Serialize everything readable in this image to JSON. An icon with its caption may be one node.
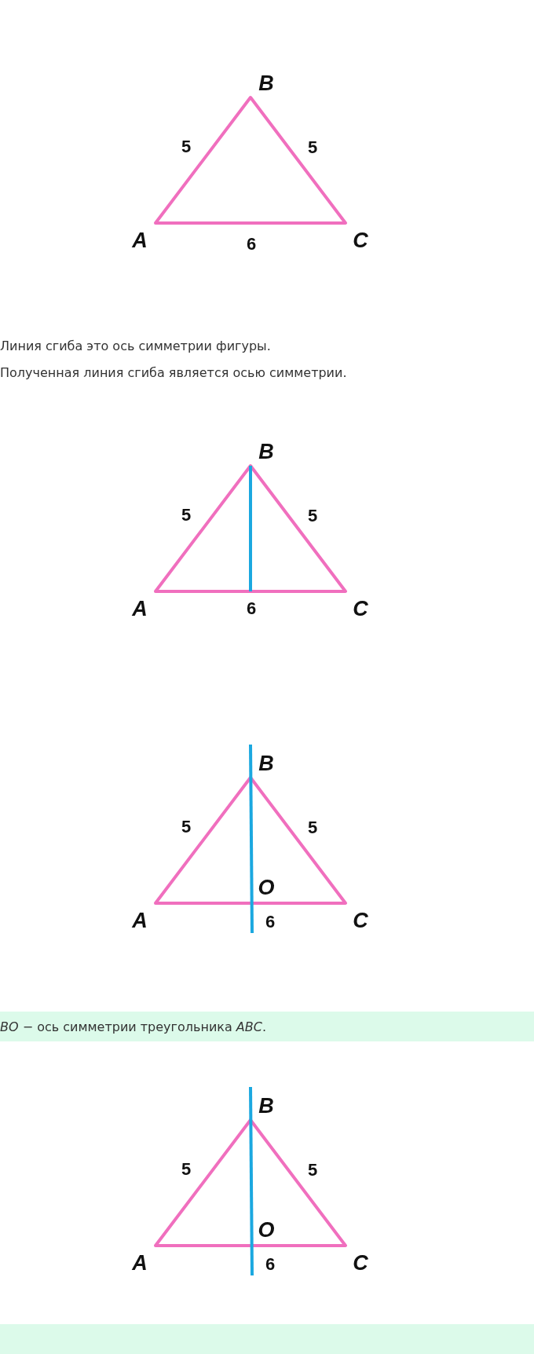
{
  "diagram": {
    "nodes": [
      {
        "text": [
          "*BO* − ось симметрии треугольника *ABC*."
        ]
      },
      {
        "text": [],
        "shape": "bar"
      }
    ],
    "edges": [],
    "labels": [
      "B",
      "5",
      "5",
      "A",
      "6",
      "C",
      "Линия сгиба это ось симметрии фигуры.",
      "Полученная линия сгиба является осью симметрии.",
      "B",
      "5",
      "5",
      "A",
      "6",
      "C",
      "B",
      "5",
      "5",
      "O",
      "A",
      "6",
      "C",
      "B",
      "5",
      "5",
      "O",
      "A",
      "6",
      "C"
    ]
  }
}
